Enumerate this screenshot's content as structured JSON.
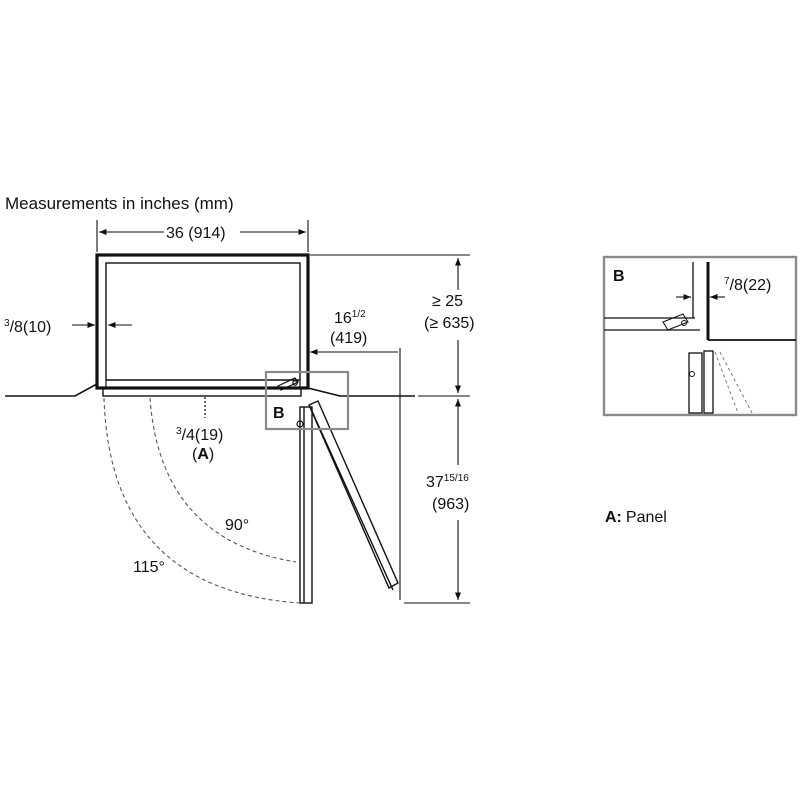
{
  "header": {
    "title": "Measurements in inches (mm)"
  },
  "dimensions": {
    "width": "36 (914)",
    "side_gap_num": "3",
    "side_gap_rest": "/8(10)",
    "right_clearance_whole": "16",
    "right_clearance_frac": "1/2",
    "right_clearance_mm": "(419)",
    "depth_in": "≥ 25",
    "depth_mm": "(≥ 635)",
    "panel_num": "3",
    "panel_rest": "/4(19)",
    "panel_marker": "A",
    "door_whole": "37",
    "door_frac": "15/16",
    "door_mm": "(963)"
  },
  "angles": {
    "a90": "90°",
    "a115": "115°"
  },
  "detail": {
    "marker": "B",
    "gap_num": "7",
    "gap_rest": "/8(22)"
  },
  "legend": {
    "key": "A:",
    "label": "Panel"
  },
  "colors": {
    "line": "#111111",
    "detail_box": "#8a8a8a",
    "dashed": "#555555"
  }
}
